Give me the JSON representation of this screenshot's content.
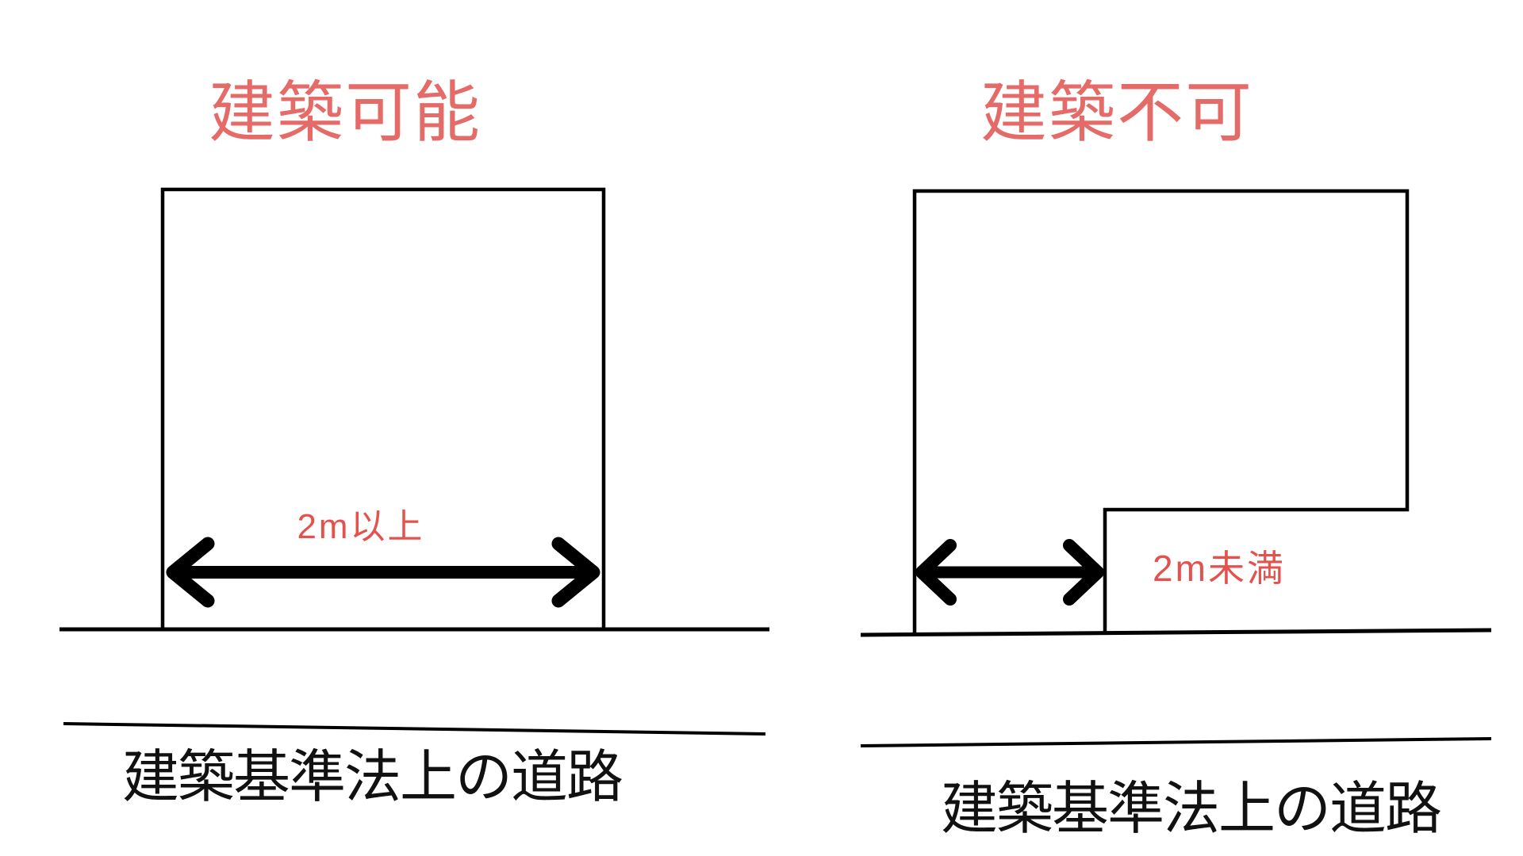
{
  "diagram": {
    "background_color": "#ffffff",
    "line_color": "#000000",
    "title_color": "#e56b68",
    "measurement_color": "#e4524e",
    "left_panel": {
      "title": "建築可能",
      "measurement": "2m以上",
      "road_label": "建築基準法上の道路"
    },
    "right_panel": {
      "title": "建築不可",
      "measurement": "2m未満",
      "road_label": "建築基準法上の道路"
    }
  }
}
